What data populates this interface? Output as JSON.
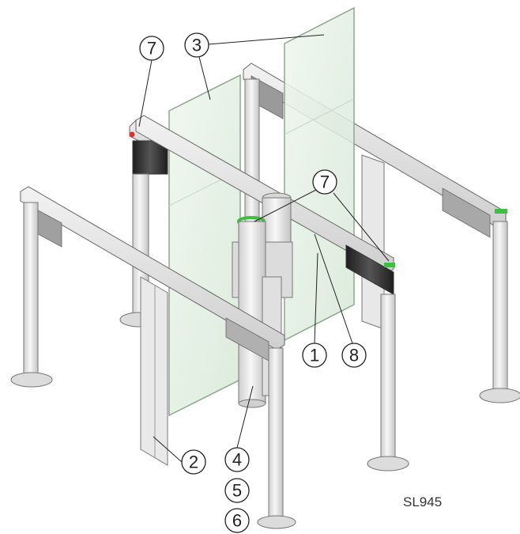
{
  "figure_code": "SL945",
  "callouts": [
    {
      "id": "c7a",
      "label": "7"
    },
    {
      "id": "c3",
      "label": "3"
    },
    {
      "id": "c7b",
      "label": "7"
    },
    {
      "id": "c1",
      "label": "1"
    },
    {
      "id": "c8",
      "label": "8"
    },
    {
      "id": "c2",
      "label": "2"
    },
    {
      "id": "c4",
      "label": "4"
    },
    {
      "id": "c5",
      "label": "5"
    },
    {
      "id": "c6",
      "label": "6"
    }
  ],
  "colors": {
    "outline": "#555555",
    "metal": "#e4e4e4",
    "metal_shade": "#c9c9c9",
    "glass": "#e3f0e3",
    "glass_edge": "#8fa68f",
    "dark_panel": "#2b2b2b",
    "led_green": "#3fbf3f",
    "led_red": "#e03030"
  }
}
